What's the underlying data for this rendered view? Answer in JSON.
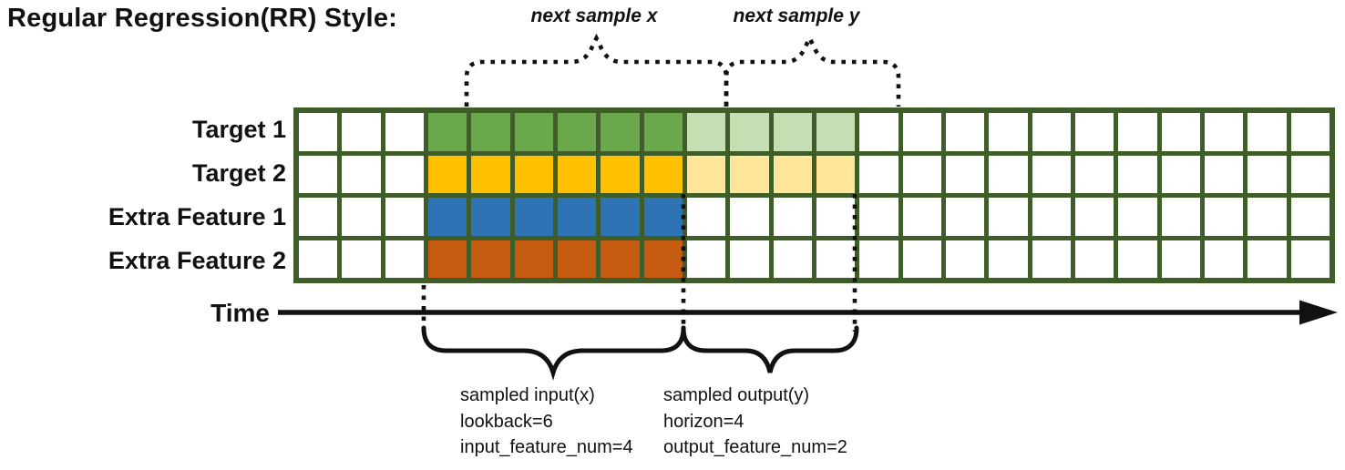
{
  "title": "Regular Regression(RR) Style:",
  "time_axis": {
    "label": "Time"
  },
  "annotations": {
    "next_sample_x": "next sample x",
    "next_sample_y": "next sample y",
    "sampled_input": {
      "line1": "sampled input(x)",
      "line2": "lookback=6",
      "line3": "input_feature_num=4"
    },
    "sampled_output": {
      "line1": "sampled output(y)",
      "line2": "horizon=4",
      "line3": "output_feature_num=2"
    }
  },
  "params": {
    "lookback": 6,
    "horizon": 4,
    "input_feature_num": 4,
    "output_feature_num": 2
  },
  "grid": {
    "columns": 24,
    "input_start_col": 3,
    "input_len": 6,
    "output_len": 4,
    "rows": [
      {
        "label": "Target 1",
        "input_color": "green",
        "output_color": "light_green"
      },
      {
        "label": "Target 2",
        "input_color": "gold",
        "output_color": "light_gold"
      },
      {
        "label": "Extra Feature 1",
        "input_color": "blue",
        "output_color": null
      },
      {
        "label": "Extra Feature 2",
        "input_color": "orange",
        "output_color": null
      }
    ]
  },
  "colors": {
    "grid_line": "#3F5D28",
    "green": "#6BA84B",
    "light_green": "#C5DEB3",
    "gold": "#FFC000",
    "light_gold": "#FFE699",
    "blue": "#2E74B5",
    "orange": "#C55B11",
    "ink": "#111111"
  }
}
